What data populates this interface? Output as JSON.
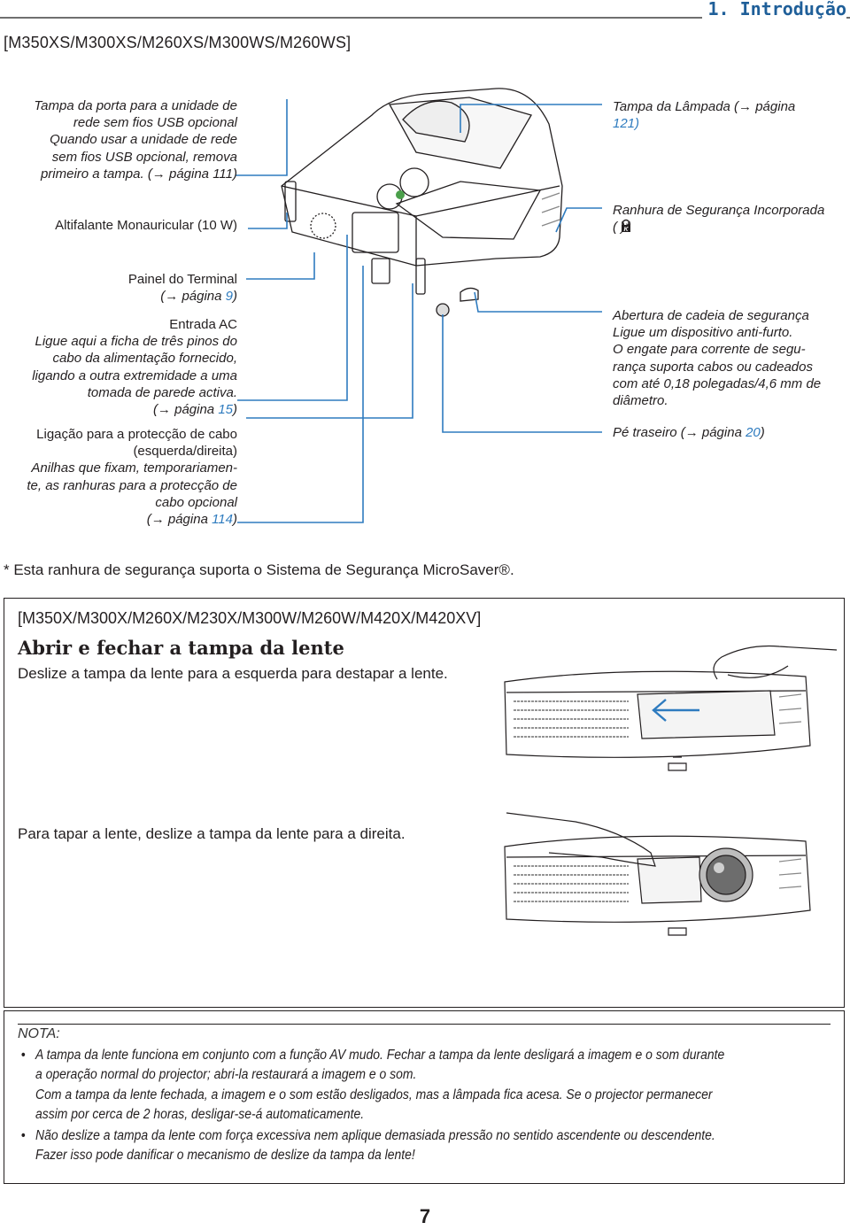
{
  "header": {
    "chapter": "1. Introdução"
  },
  "section1": {
    "model": "[M350XS/M300XS/M260XS/M300WS/M260WS]",
    "left_labels": {
      "usb_cover": [
        "Tampa da porta para a unidade de",
        "rede sem fios USB opcional",
        "Quando usar a unidade de rede",
        "sem fios USB opcional, remova",
        "primeiro a tampa. (→ página 111)"
      ],
      "speaker": "Altifalante Monauricular (10 W)",
      "terminal_l1": "Painel do Terminal",
      "terminal_pre": "(→ página ",
      "terminal_page": "9",
      "ac_title": "Entrada AC",
      "ac_lines": [
        "Ligue aqui a ficha de três pinos do",
        "cabo da alimentação fornecido,",
        "ligando a outra extremidade a uma",
        "tomada de parede activa."
      ],
      "ac_pre": "(→ página ",
      "ac_page": "15",
      "cable_lines": [
        "Ligação para a protecção de cabo",
        "(esquerda/direita)",
        "Anilhas que fixam, temporariamen-",
        "te, as ranhuras para a protecção de",
        "cabo opcional"
      ],
      "cable_pre": "(→ página ",
      "cable_page": "114"
    },
    "right_labels": {
      "lamp_pre": "Tampa da Lâmpada (→ página",
      "lamp_page": "121)",
      "slot_l1": "Ranhura de Segurança Incorporada",
      "slot_l2": "( )*",
      "chain_lines": [
        "Abertura de cadeia de segurança",
        "Ligue um dispositivo anti-furto.",
        "O engate para corrente de segu-",
        "rança suporta cabos ou cadeados",
        "com até 0,18 polegadas/4,6 mm de",
        "diâmetro."
      ],
      "foot_pre": "Pé traseiro (→ página ",
      "foot_page": "20"
    },
    "footnote": "* Esta ranhura de segurança suporta o Sistema de Segurança MicroSaver®."
  },
  "section2": {
    "model": "[M350X/M300X/M260X/M230X/M300W/M260W/M420X/M420XV]",
    "title": "Abrir e fechar a tampa da lente",
    "open_text": "Deslize a tampa da lente para a esquerda para destapar a lente.",
    "close_text": "Para tapar a lente, deslize a tampa da lente para a direita."
  },
  "note": {
    "title": "NOTA:",
    "bullet1": [
      "A tampa da lente funciona em conjunto com a função AV mudo. Fechar a tampa da lente desligará a imagem e o som durante",
      "a operação normal do projector; abri-la restaurará a imagem e o som.",
      "Com a tampa da lente fechada, a imagem e o som estão desligados, mas a lâmpada fica acesa. Se o projector permanecer",
      "assim por cerca de 2 horas, desligar-se-á automaticamente."
    ],
    "bullet2": [
      "Não deslize a tampa da lente com força excessiva nem aplique demasiada pressão no sentido ascendente ou descendente.",
      "Fazer isso pode danificar o mecanismo de deslize da tampa da lente!"
    ],
    "bullet_char": "•"
  },
  "page_number": "7"
}
